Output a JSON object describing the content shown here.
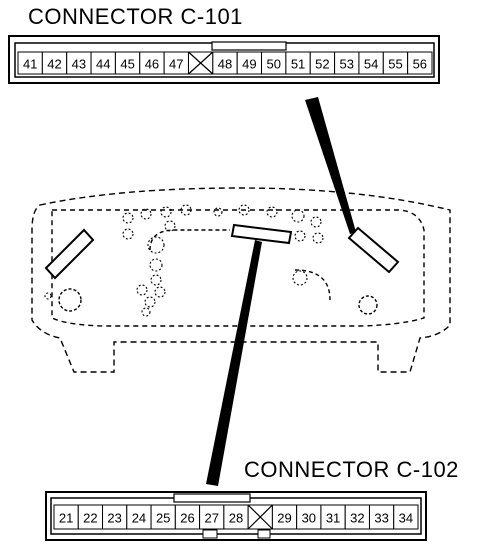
{
  "connector_top": {
    "title": "CONNECTOR C-101",
    "pins": [
      "41",
      "42",
      "43",
      "44",
      "45",
      "46",
      "47",
      "",
      "48",
      "49",
      "50",
      "51",
      "52",
      "53",
      "54",
      "55",
      "56"
    ],
    "blank_index": 7
  },
  "connector_bottom": {
    "title": "CONNECTOR C-102",
    "pins": [
      "21",
      "22",
      "23",
      "24",
      "25",
      "26",
      "27",
      "28",
      "",
      "29",
      "30",
      "31",
      "32",
      "33",
      "34"
    ],
    "blank_index": 8
  },
  "cluster": {
    "name": "instrument-cluster"
  }
}
